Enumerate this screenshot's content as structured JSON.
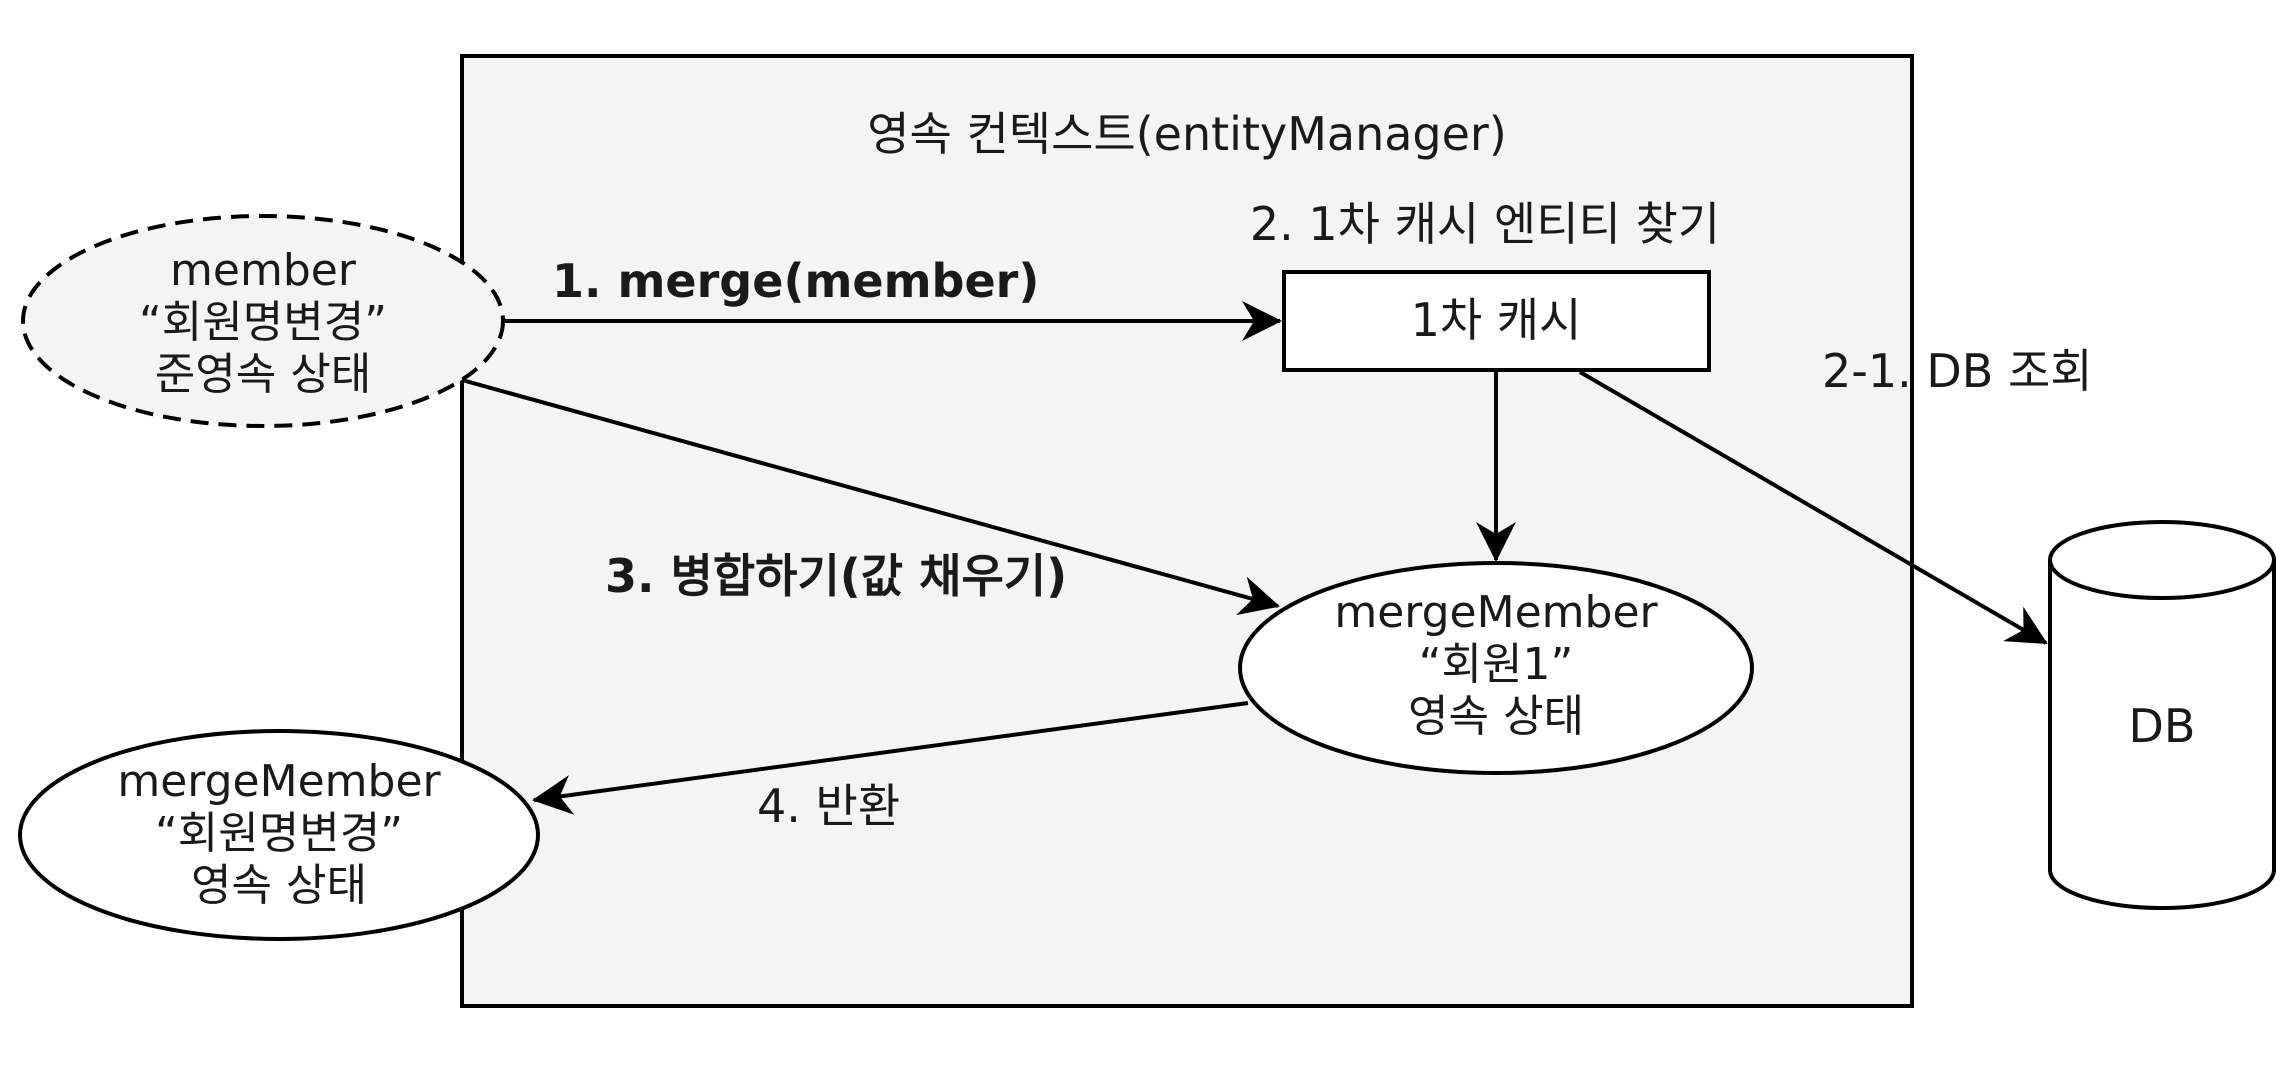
{
  "context": {
    "title": "영속 컨텍스트(entityManager)"
  },
  "step2_label": "2. 1차 캐시 엔티티 찾기",
  "step2_1_label": "2-1.  DB 조회",
  "cache": {
    "label": "1차 캐시"
  },
  "detached": {
    "line1": "member",
    "line2": "“회원명변경”",
    "line3": "준영속 상태"
  },
  "managed": {
    "line1": "mergeMember",
    "line2": "“회원1”",
    "line3": "영속 상태"
  },
  "returned": {
    "line1": "mergeMember",
    "line2": "“회원명변경”",
    "line3": "영속 상태"
  },
  "db": {
    "label": "DB"
  },
  "arrows": {
    "merge": "1. merge(member)",
    "fill": "3. 병합하기(값 채우기)",
    "return": "4. 반환"
  }
}
